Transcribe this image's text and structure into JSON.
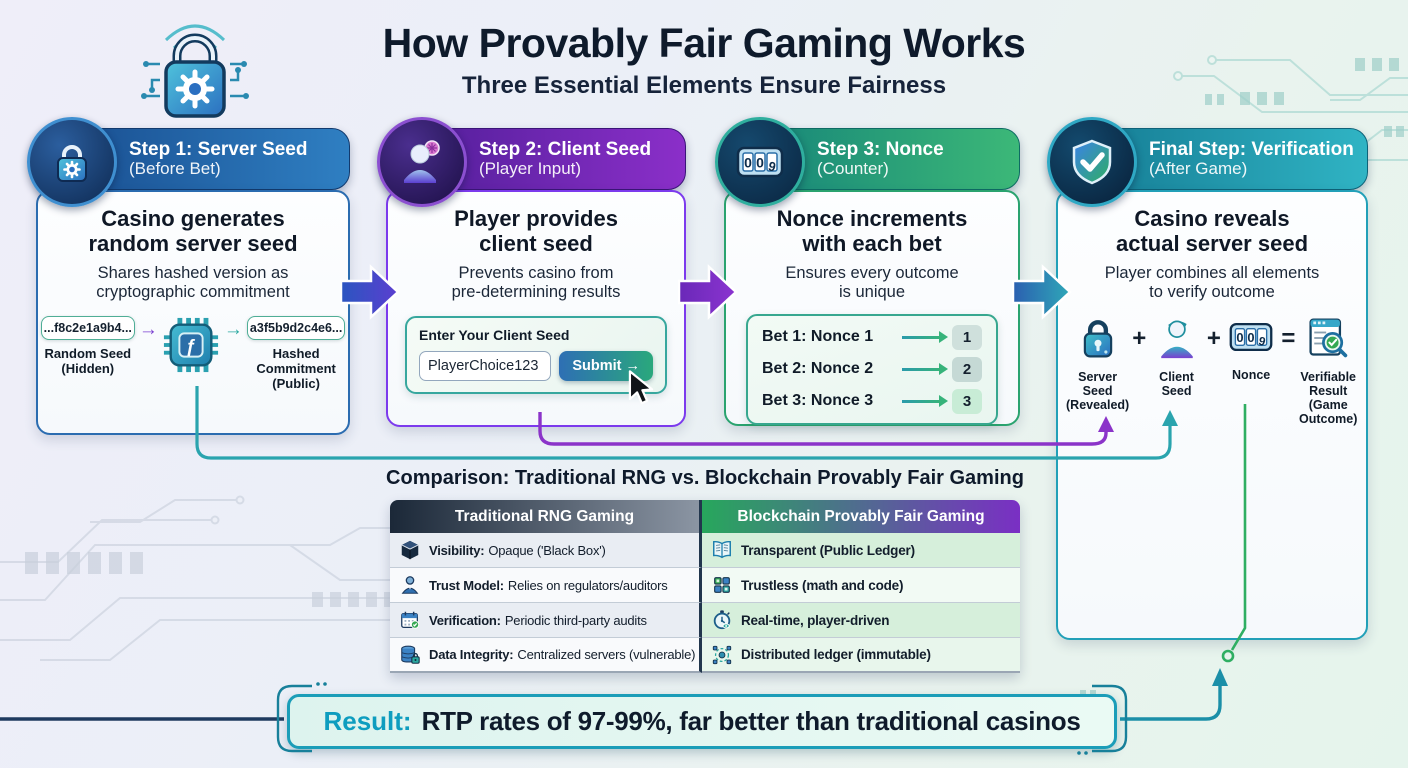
{
  "page": {
    "title": "How Provably Fair Gaming Works",
    "subtitle": "Three Essential Elements Ensure Fairness"
  },
  "colors": {
    "step1_accent": "#2b6cb0",
    "step2_accent": "#7c3aed",
    "step3_accent": "#2aa36f",
    "step4_accent": "#1fa3bd",
    "result_accent": "#0e9dbf",
    "table_left_header": "#1b2838",
    "table_right_header_from": "#27a75c",
    "table_right_header_to": "#7a2fc4"
  },
  "counter_digits": [
    "0",
    "0",
    "9"
  ],
  "steps": [
    {
      "title": "Step 1: Server Seed",
      "subtitle": "(Before Bet)",
      "heading": "Casino generates\nrandom server seed",
      "description": "Shares hashed version as\ncryptographic commitment",
      "hash_flow": {
        "hidden_seed": "...f8c2e1a9b4...",
        "hidden_label": "Random Seed\n(Hidden)",
        "arrow1": "→",
        "chip_glyph": "ƒ",
        "arrow2": "→",
        "hashed_seed": "a3f5b9d2c4e6...",
        "hashed_label": "Hashed\nCommitment\n(Public)"
      }
    },
    {
      "title": "Step 2: Client Seed",
      "subtitle": "(Player Input)",
      "heading": "Player provides\nclient seed",
      "description": "Prevents casino from\npre-determining results",
      "panel": {
        "label": "Enter Your Client Seed",
        "input_value": "PlayerChoice123",
        "submit_label": "Submit →"
      }
    },
    {
      "title": "Step 3: Nonce",
      "subtitle": "(Counter)",
      "heading": "Nonce increments\nwith each bet",
      "description": "Ensures every outcome\nis unique",
      "bets": [
        {
          "label": "Bet 1: Nonce 1",
          "value": "1"
        },
        {
          "label": "Bet 2: Nonce 2",
          "value": "2"
        },
        {
          "label": "Bet 3: Nonce 3",
          "value": "3"
        }
      ]
    },
    {
      "title": "Final Step: Verification",
      "subtitle": "(After Game)",
      "heading": "Casino reveals\nactual server seed",
      "description": "Player combines all elements\nto verify outcome",
      "equation": {
        "operators": [
          "+",
          "+",
          "="
        ],
        "items": [
          {
            "icon": "lock-icon",
            "label": "Server\nSeed\n(Revealed)"
          },
          {
            "icon": "person-icon",
            "label": "Client\nSeed"
          },
          {
            "icon": "counter-icon",
            "label": "Nonce"
          },
          {
            "icon": "magnifier-check-document-icon",
            "label": "Verifiable\nResult\n(Game\nOutcome)"
          }
        ]
      }
    }
  ],
  "comparison": {
    "title": "Comparison: Traditional RNG vs. Blockchain Provably Fair Gaming",
    "headers": [
      "Traditional RNG Gaming",
      "Blockchain Provably Fair Gaming"
    ],
    "rows": [
      {
        "left_icon": "cube-icon",
        "left_bold": "Visibility:",
        "left_text": "Opaque ('Black Box')",
        "right_icon": "open-book-icon",
        "right_text": "Transparent (Public Ledger)"
      },
      {
        "left_icon": "person-icon",
        "left_bold": "Trust Model:",
        "left_text": "Relies on regulators/auditors",
        "right_icon": "blocks-icon",
        "right_text": "Trustless (math and code)"
      },
      {
        "left_icon": "calendar-check-icon",
        "left_bold": "Verification:",
        "left_text": "Periodic third-party audits",
        "right_icon": "stopwatch-icon",
        "right_text": "Real-time, player-driven"
      },
      {
        "left_icon": "database-lock-icon",
        "left_bold": "Data Integrity:",
        "left_text": "Centralized servers (vulnerable)",
        "right_icon": "distributed-ledger-icon",
        "right_text": "Distributed ledger (immutable)"
      }
    ]
  },
  "result": {
    "prefix": "Result:",
    "text": "RTP rates of 97-99%, far better than traditional casinos"
  }
}
